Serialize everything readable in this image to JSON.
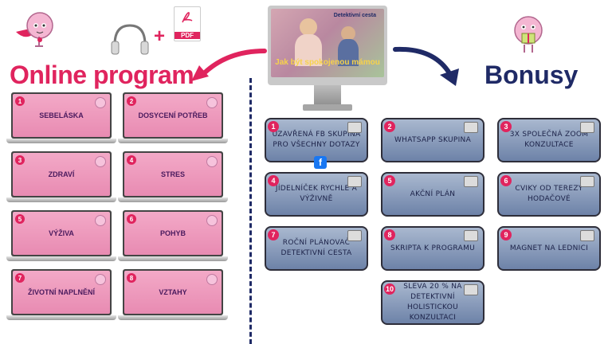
{
  "header": {
    "online_title": "Online program",
    "bonus_title": "Bonusy",
    "pdf_label": "PDF",
    "plus": "+"
  },
  "monitor": {
    "top_text": "Detektivní cesta",
    "main_text": "Jak být spokojenou mámou"
  },
  "colors": {
    "accent_pink": "#e0245e",
    "navy": "#1f2a66",
    "laptop_pink": "#f3a9c7",
    "card_blue": "#8a9bbd"
  },
  "online_modules": [
    {
      "num": "1",
      "label": "SEBELÁSKA"
    },
    {
      "num": "2",
      "label": "DOSYCENÍ POTŘEB"
    },
    {
      "num": "3",
      "label": "ZDRAVÍ"
    },
    {
      "num": "4",
      "label": "STRES"
    },
    {
      "num": "5",
      "label": "VÝŽIVA"
    },
    {
      "num": "6",
      "label": "POHYB"
    },
    {
      "num": "7",
      "label": "ŽIVOTNÍ NAPLNĚNÍ"
    },
    {
      "num": "8",
      "label": "VZTAHY"
    }
  ],
  "bonuses": [
    {
      "num": "1",
      "label": "UZAVŘENÁ FB SKUPINA PRO VŠECHNY DOTAZY"
    },
    {
      "num": "2",
      "label": "WHATSAPP SKUPINA"
    },
    {
      "num": "3",
      "label": "3X SPOLEČNÁ ZOOM KONZULTACE"
    },
    {
      "num": "4",
      "label": "JÍDELNÍČEK RYCHLE A VÝŽIVNĚ"
    },
    {
      "num": "5",
      "label": "AKČNÍ PLÁN"
    },
    {
      "num": "6",
      "label": "CVIKY OD TEREZY HODAČOVÉ"
    },
    {
      "num": "7",
      "label": "ROČNÍ PLÁNOVAČ DETEKTIVNÍ CESTA"
    },
    {
      "num": "8",
      "label": "SKRIPTA K PROGRAMU"
    },
    {
      "num": "9",
      "label": "MAGNET NA LEDNICI"
    },
    {
      "num": "10",
      "label": "SLEVA 20 % NA DETEKTIVNÍ HOLISTICKOU KONZULTACI"
    }
  ],
  "icons": {
    "facebook": "f"
  }
}
